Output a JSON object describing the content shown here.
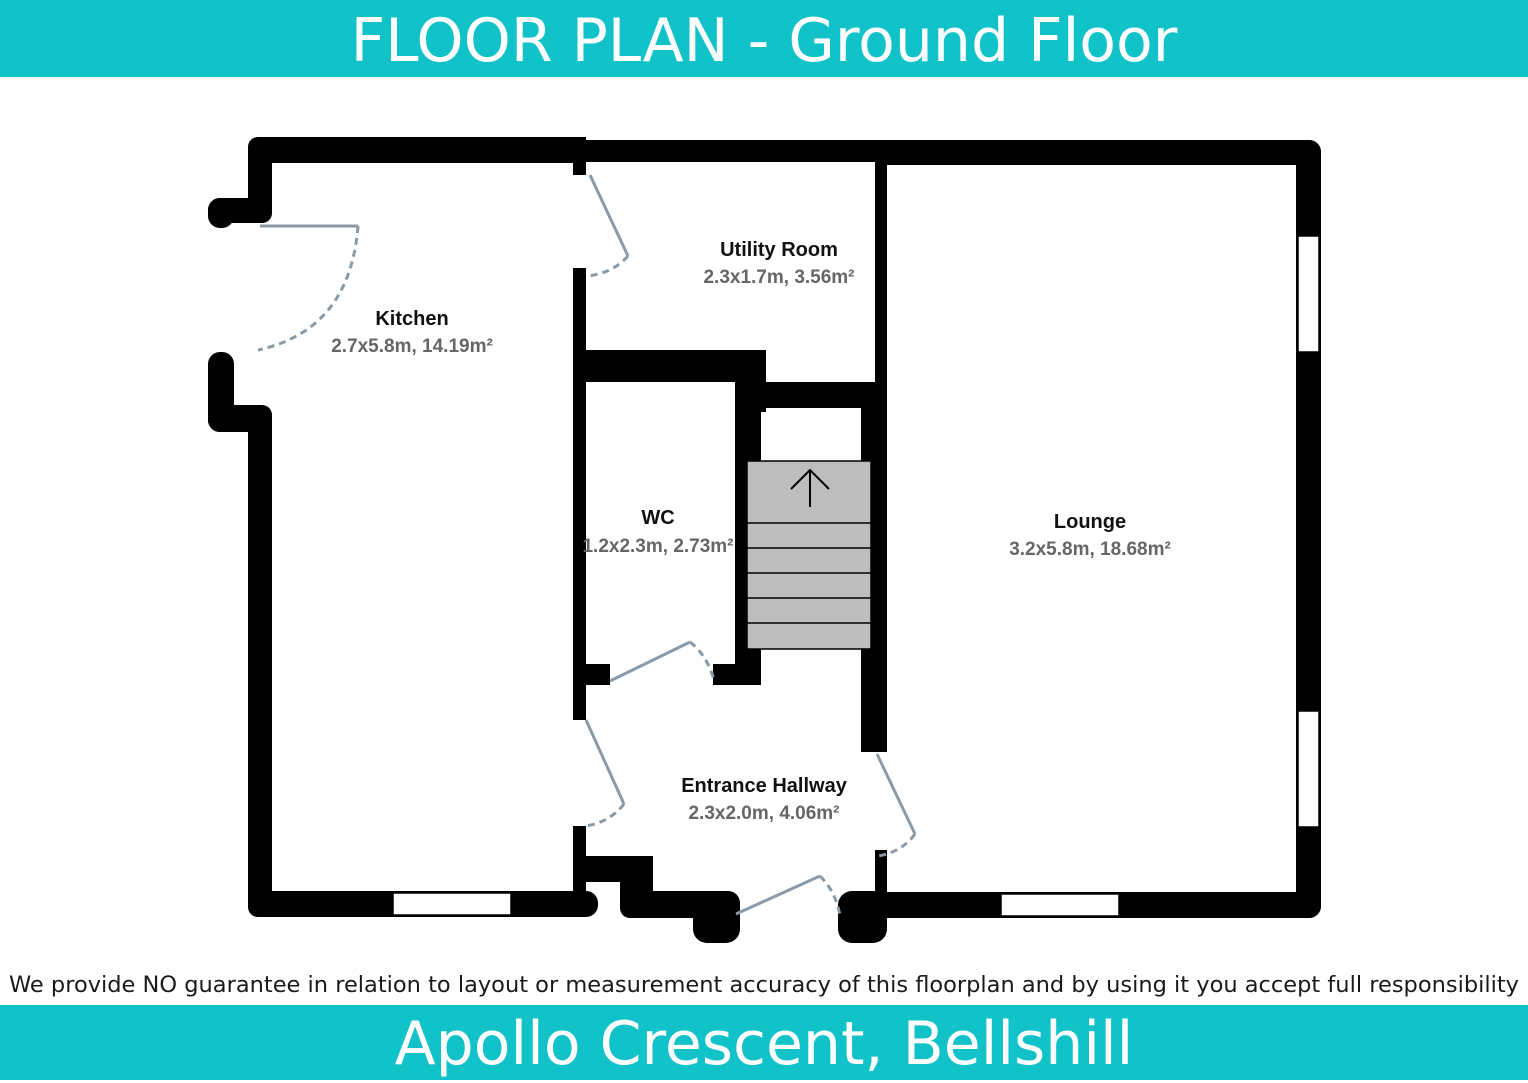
{
  "header": {
    "title": "FLOOR PLAN -  Ground Floor"
  },
  "rooms": {
    "kitchen": {
      "name": "Kitchen",
      "dims": "2.7x5.8m, 14.19m²"
    },
    "utility": {
      "name": "Utility Room",
      "dims": "2.3x1.7m, 3.56m²"
    },
    "wc": {
      "name": "WC",
      "dims": "1.2x2.3m, 2.73m²"
    },
    "lounge": {
      "name": "Lounge",
      "dims": "3.2x5.8m, 18.68m²"
    },
    "hallway": {
      "name": "Entrance Hallway",
      "dims": "2.3x2.0m, 4.06m²"
    }
  },
  "disclaimer": "We provide NO guarantee in relation to layout or measurement accuracy of this floorplan and by using it you accept full responsibility",
  "footer": {
    "address": "Apollo Crescent, Bellshill"
  },
  "colors": {
    "banner": "#12c2c9",
    "wall": "#000000",
    "door_swing": "#8a9aa6",
    "stairs": "#bdbdbd"
  },
  "icons": {
    "stairs_direction": "arrow-up-icon"
  }
}
